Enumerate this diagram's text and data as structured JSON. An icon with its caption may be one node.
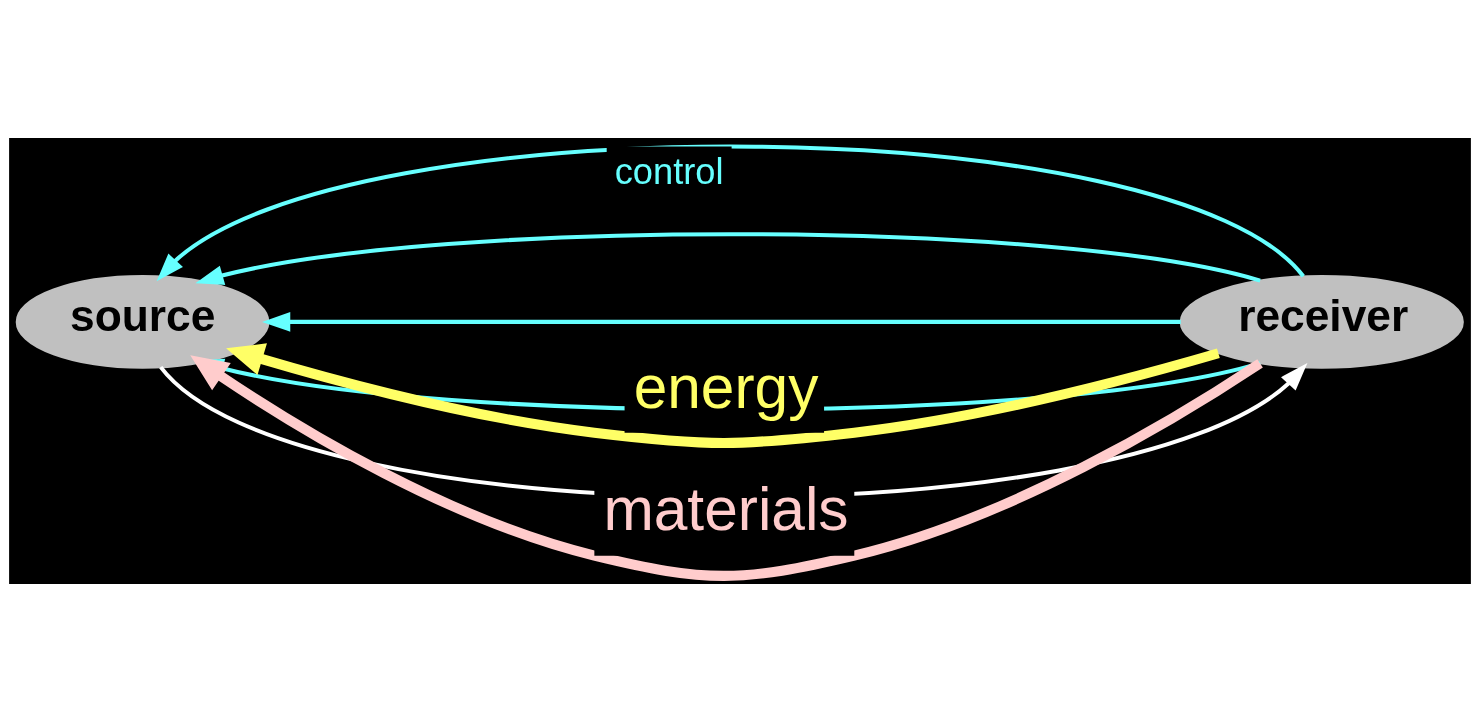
{
  "diagram": {
    "nodes": [
      {
        "text": [
          "source"
        ]
      },
      {
        "text": [
          "receiver"
        ]
      }
    ],
    "edges": [
      {
        "from": 0,
        "to": 1,
        "arrow": "to",
        "color": "#ffffff"
      },
      {
        "from": 1,
        "to": 0,
        "arrow": "to"
      },
      {
        "from": 1,
        "to": 0,
        "arrow": "to"
      },
      {
        "from": 1,
        "to": 0,
        "arrow": "to"
      },
      {
        "from": 1,
        "to": 0,
        "arrow": "to",
        "label": "control"
      },
      {
        "from": 1,
        "to": 0,
        "arrow": "to",
        "label": "energy",
        "style": "thick",
        "color": "#ffff66"
      },
      {
        "from": 1,
        "to": 0,
        "arrow": "to",
        "label": "materials",
        "style": "thick",
        "color": "#ffcccc"
      }
    ]
  }
}
